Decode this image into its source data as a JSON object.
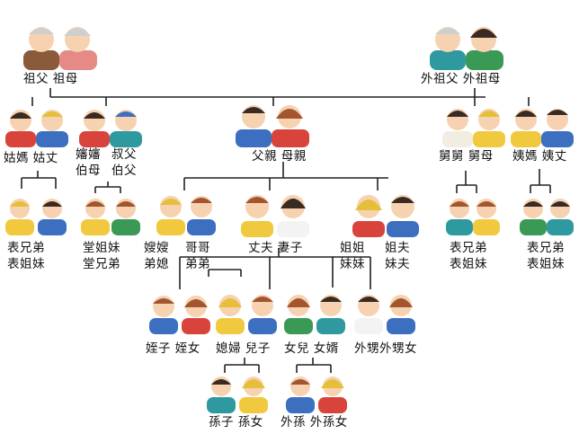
{
  "tree": {
    "grandparents_paternal": "祖父 祖母",
    "grandparents_maternal": "外祖父 外祖母",
    "paternal_aunt": "姑媽 姑丈",
    "paternal_uncle_elder": "嬸嬸",
    "paternal_uncle_elder_line2": "伯母",
    "paternal_uncle_younger": "叔父",
    "paternal_uncle_younger_line2": "伯父",
    "parents": "父親 母親",
    "maternal_uncle": "舅舅 舅母",
    "maternal_aunt": "姨媽 姨丈",
    "cousins_left_line1": "表兄弟",
    "cousins_left_line2": "表姐妹",
    "cousins_middle_line1": "堂姐妹",
    "cousins_middle_line2": "堂兄弟",
    "sister_in_law_line1": "嫂嫂",
    "sister_in_law_line2": "弟媳",
    "brother_line1": "哥哥",
    "brother_line2": "弟弟",
    "self": "丈夫  妻子",
    "sister_line1": "姐姐",
    "sister_line2": "妹妹",
    "sister_husband_line1": "姐夫",
    "sister_husband_line2": "妹夫",
    "cousins_right1_line1": "表兄弟",
    "cousins_right1_line2": "表姐妹",
    "cousins_right2_line1": "表兄弟",
    "cousins_right2_line2": "表姐妹",
    "nephew_niece": "姪子 姪女",
    "son_and_wife": "媳婦 兒子",
    "daughter_and_husband": "女兒 女婿",
    "sister_children": "外甥外甥女",
    "grandchildren": "孫子 孫女",
    "daughter_grandchildren": "外孫 外孫女"
  },
  "colors": {
    "line": "#222222",
    "skin": "#f6d2b0",
    "hair_dark": "#3a2a22",
    "hair_brown": "#a2552e",
    "hair_blond": "#e6bf3a",
    "hair_gray": "#cfcfcf",
    "shirt_blue": "#3d6fc0",
    "shirt_red": "#d8443c",
    "shirt_green": "#3a9a55",
    "shirt_yellow": "#f1c93e",
    "shirt_teal": "#2e9aa0"
  }
}
